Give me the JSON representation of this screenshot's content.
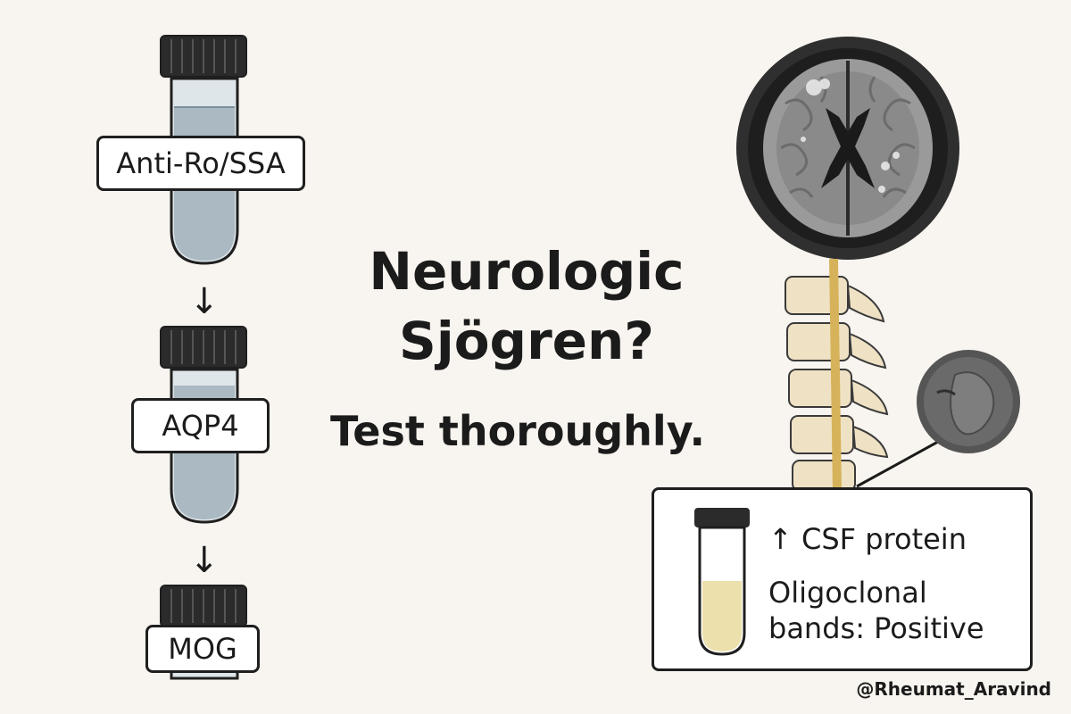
{
  "headline": {
    "line1": "Neurologic",
    "line2": "Sjögren?",
    "line3": "Test thoroughly."
  },
  "tests": [
    {
      "label": "Anti-Ro/SSA"
    },
    {
      "label": "AQP4"
    },
    {
      "label": "MOG"
    }
  ],
  "arrows": [
    "↓",
    "↓"
  ],
  "csf": {
    "line1": "↑ CSF protein",
    "line2": "Oligoclonal",
    "line3": "bands: Positive"
  },
  "credit": "@Rheumat_Aravind",
  "colors": {
    "background": "#f8f4ef",
    "tube_fluid": "#aab9c2",
    "csf_fluid": "#ece0ac",
    "cap": "#2b2b2b"
  }
}
